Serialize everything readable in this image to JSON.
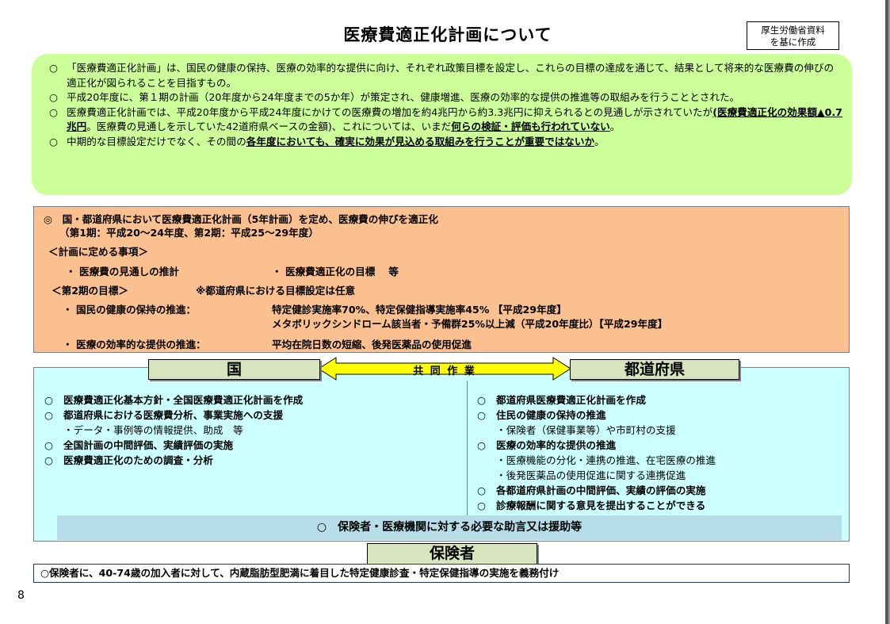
{
  "title": "医療費適正化計画について",
  "source_note": [
    "厚生労働省資料",
    "を基に作成"
  ],
  "intro": [
    {
      "mark": "○",
      "parts": [
        {
          "t": "「医療費適正化計画」は、国民の健康の保持、医療の効率的な提供に向け、それぞれ政策目標を設定し、これらの目標の達成を通じて、結果として将来的な医療費の伸びの適正化が図られることを目指すもの。",
          "u": false
        }
      ]
    },
    {
      "mark": "○",
      "parts": [
        {
          "t": "平成20年度に、第１期の計画（20年度から24年度までの5か年）が策定され、健康増進、医療の効率的な提供の推進等の取組みを行うこととされた。",
          "u": false
        }
      ]
    },
    {
      "mark": "○",
      "parts": [
        {
          "t": "医療費適正化計画では、平成20年度から平成24年度にかけての医療費の増加を約4兆円から約3.3兆円に抑えられるとの見通しが示されていたが",
          "u": false
        },
        {
          "t": "(医療費適正化の効果額▲0.7兆円",
          "u": true
        },
        {
          "t": "。医療費の見通しを示していた42道府県ベースの金額)、これについては、いまだ",
          "u": false
        },
        {
          "t": "何らの検証・評価も行われていない",
          "u": true
        },
        {
          "t": "。",
          "u": false
        }
      ]
    },
    {
      "mark": "○",
      "parts": [
        {
          "t": "中期的な目標設定だけでなく、その間の",
          "u": false
        },
        {
          "t": "各年度においても、確実に効果が見込める取組みを行うことが重要ではないか",
          "u": true
        },
        {
          "t": "。",
          "u": false
        }
      ]
    }
  ],
  "plan": {
    "heading": "◎　国・都道府県において医療費適正化計画（5年計画）を定め、医療費の伸びを適正化",
    "periods": "（第1期：平成20～24年度、第2期：平成25～29年度）",
    "items_heading": "＜計画に定める事項＞",
    "item1": "・ 医療費の見通しの推計",
    "item2": "・ 医療費適正化の目標　 等",
    "goals_heading": "＜第2期の目標＞",
    "goals_note": "※都道府県における目標設定は任意",
    "goal1_label": "・ 国民の健康の保持の推進：",
    "goal1_text1": "特定健診実施率70%、特定保健指導実施率45% 【平成29年度】",
    "goal1_text2": "メタボリックシンドローム該当者・予備群25%以上減（平成20年度比）【平成29年度】",
    "goal2_label": "・ 医療の効率的な提供の推進：",
    "goal2_text": "平均在院日数の短縮、後発医薬品の使用促進"
  },
  "national": {
    "label": "国",
    "items": [
      {
        "mark": "○",
        "text": "医療費適正化基本方針・全国医療費適正化計画を作成"
      },
      {
        "mark": "○",
        "text": "都道府県における医療費分析、事業実施への支援"
      },
      {
        "sub": "・データ・事例等の情報提供、助成　等"
      },
      {
        "mark": "○",
        "text": "全国計画の中間評価、実績評価の実施"
      },
      {
        "mark": "○",
        "text": "医療費適正化のための調査・分析"
      }
    ]
  },
  "joint_label": "共 同 作 業",
  "prefecture": {
    "label": "都道府県",
    "items": [
      {
        "mark": "○",
        "text": "都道府県医療費適正化計画を作成"
      },
      {
        "mark": "○",
        "text": "住民の健康の保持の推進"
      },
      {
        "sub": "・保険者（保健事業等）や市町村の支援"
      },
      {
        "mark": "○",
        "text": "医療の効率的な提供の推進"
      },
      {
        "sub": "・医療機能の分化・連携の推進、在宅医療の推進"
      },
      {
        "sub": "・後発医薬品の使用促進に関する連携促進"
      },
      {
        "mark": "○",
        "text": "各都道府県計画の中間評価、実績の評価の実施"
      },
      {
        "mark": "○",
        "text": "診療報酬に関する意見を提出することができる"
      }
    ]
  },
  "advice": "○　保険者・医療機関に対する必要な助言又は援助等",
  "insurer": {
    "label": "保険者",
    "text": "○保険者に、40-74歳の加入者に対して、内蔵脂肪型肥満に着目した特定健康診査・特定保健指導の実施を義務付け"
  },
  "page_number": "8",
  "colors": {
    "green": "#ccff99",
    "orange": "#fac090",
    "cyan": "#ccffff",
    "band": "#b7dde8",
    "arrow": "#ffff00",
    "tab": "#d7e4bd"
  }
}
